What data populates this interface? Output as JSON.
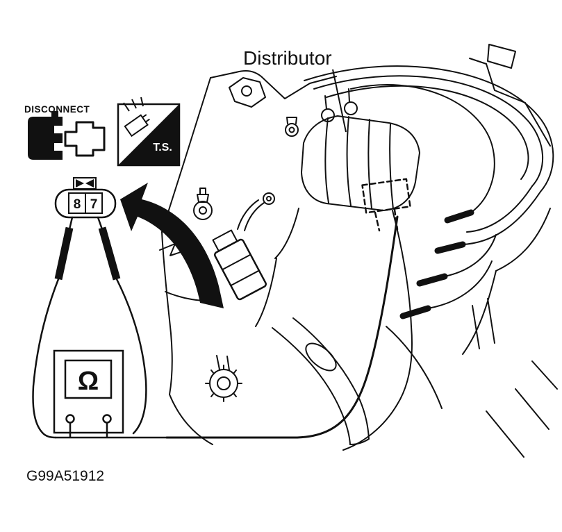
{
  "diagram": {
    "title_label": "Distributor",
    "disconnect_label": "DISCONNECT",
    "test_symbol_label": "T.S.",
    "connector": {
      "pin_left": "8",
      "pin_right": "7"
    },
    "meter": {
      "symbol": "Ω"
    },
    "figure_id": "G99A51912",
    "colors": {
      "line": "#111111",
      "background": "#ffffff"
    }
  }
}
